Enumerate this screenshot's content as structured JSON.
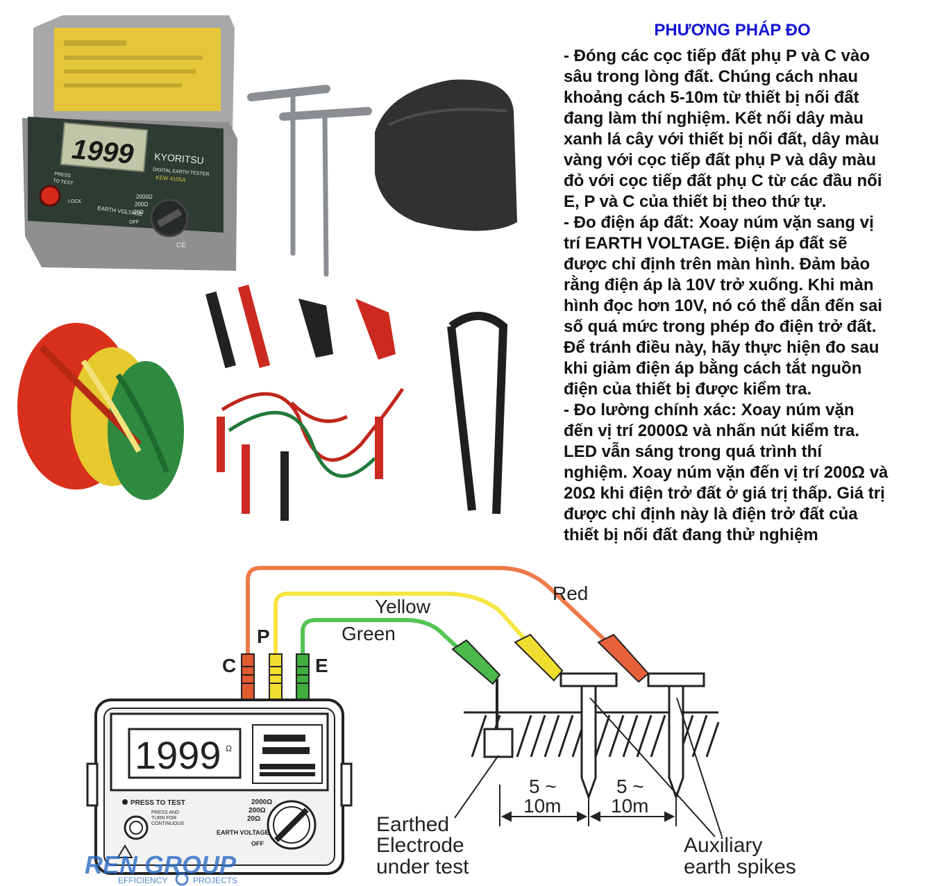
{
  "instructions": {
    "heading": "PHƯƠNG PHÁP ĐO",
    "paragraphs": [
      " - Đóng các cọc tiếp đất phụ P và C vào\nsâu trong lòng đất. Chúng cách nhau\nkhoảng cách 5-10m từ thiết bị nối đất\nđang làm thí nghiệm. Kết nối dây màu\nxanh lá cây với thiết bị nối đất, dây màu\nvàng với cọc tiếp đất phụ P và dây màu\nđỏ với cọc tiếp đất phụ C từ các đầu nối\nE, P và C của thiết bị theo thứ tự.",
      " - Đo điện áp đất: Xoay núm vặn sang vị\ntrí EARTH VOLTAGE. Điện áp đất sẽ\nđược chỉ định trên màn hình. Đảm bảo\nrằng điện áp là 10V trở xuống. Khi màn\nhình đọc hơn 10V, nó có thể dẫn đến sai\nsố quá mức trong phép đo điện trở đất.\nĐể tránh điều này, hãy thực hiện đo sau\nkhi giảm điện áp bằng cách tắt nguồn\nđiện của thiết bị được kiểm tra.",
      " - Đo lường chính xác: Xoay núm vặn\nđến vị trí 2000Ω và nhấn nút kiểm tra.\nLED vẫn sáng trong quá trình thí\nnghiệm. Xoay núm vặn đến vị trí 200Ω và\n20Ω khi điện trở đất ở giá trị thấp. Giá trị\nđược chỉ định này là điện trở đất của\nthiết bị nối đất đang thử nghiệm"
    ]
  },
  "product_photo": {
    "display_reading": "1999",
    "brand": "KYORITSU",
    "model_line1": "DIGITAL EARTH TESTER",
    "model_line2": "KEW 4105A",
    "press_label": "PRESS",
    "to_test_label": "TO TEST",
    "lock_label": "LOCK",
    "ranges": [
      "2000Ω",
      "200Ω",
      "20Ω"
    ],
    "earth_voltage": "EARTH VOLTAGE",
    "off": "OFF",
    "ce": "CE"
  },
  "diagram": {
    "wire_labels": {
      "red": "Red",
      "yellow": "Yellow",
      "green": "Green"
    },
    "terminals": {
      "c": "C",
      "p": "P",
      "e": "E"
    },
    "meter": {
      "reading": "1999",
      "unit": "Ω",
      "press_to_test": "PRESS TO TEST",
      "press_turn_1": "PRESS AND",
      "press_turn_2": "TURN FOR",
      "press_turn_3": "CONTINUOUS",
      "ranges": [
        "2000Ω",
        "200Ω",
        "20Ω"
      ],
      "earth_voltage": "EARTH VOLTAGE",
      "off": "OFF"
    },
    "distance_1": {
      "top": "5 ~",
      "bottom": "10m"
    },
    "distance_2": {
      "top": "5 ~",
      "bottom": "10m"
    },
    "electrode_label": [
      "Earthed",
      "Electrode",
      "under test"
    ],
    "spikes_label": [
      "Auxiliary",
      "earth spikes"
    ]
  },
  "logo": {
    "name": "REN GROUP",
    "tag_left": "EFFICIENCY",
    "tag_right": "PROJECTS"
  },
  "colors": {
    "heading": "#1414d2",
    "red_wire": "#ee7a4a",
    "yellow_wire": "#f6e542",
    "green_wire": "#56c455"
  }
}
